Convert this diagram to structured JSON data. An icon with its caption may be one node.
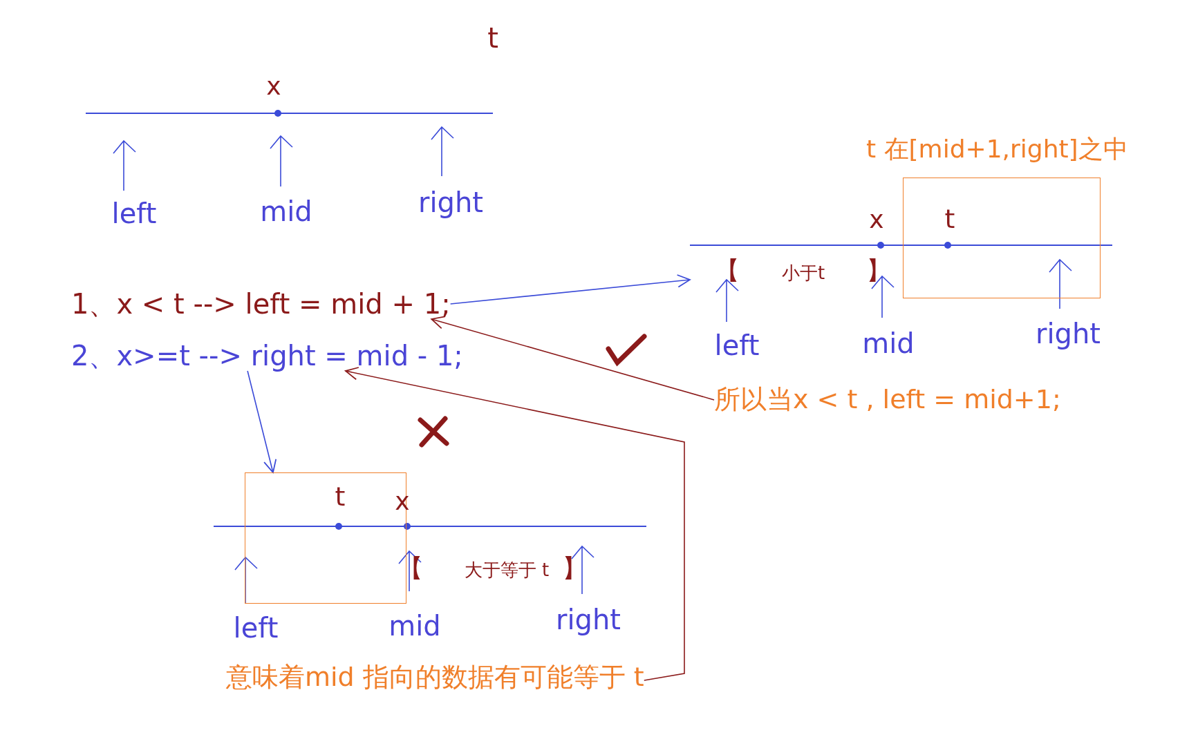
{
  "diagram": {
    "nodes": [
      {
        "text": [
          "1、x < t --> left = mid + 1;"
        ]
      },
      {
        "text": [
          "2、x>=t --> right = mid - 1;"
        ]
      },
      {
        "text": [],
        "shape": "picture"
      },
      {
        "text": [
          "t 在[mid+1,right]之中"
        ]
      },
      {
        "text": [
          "所以当x < t , left = mid+1;"
        ]
      },
      {
        "text": [],
        "shape": "picture"
      },
      {
        "text": [],
        "shape": "box"
      },
      {
        "text": [
          "意味着mid 指向的数据有可能等于 t"
        ]
      }
    ],
    "edges": [
      {
        "from": 0,
        "to": 2,
        "arrow": "to",
        "color": "#3b4bd8"
      },
      {
        "from": 1,
        "to": 6,
        "arrow": "to",
        "color": "#3b4bd8"
      },
      {
        "from": 4,
        "to": 0,
        "arrow": "to",
        "color": "#8b1a1a"
      },
      {
        "from": 7,
        "to": 1,
        "arrow": "to",
        "color": "#8b1a1a"
      }
    ],
    "labels": [
      "t",
      "x",
      "left",
      "mid",
      "right",
      "x",
      "t",
      "【",
      "小于t",
      "】",
      "left",
      "mid",
      "right",
      "t",
      "x",
      "【",
      "大于等于 t",
      "】",
      "left",
      "mid",
      "right"
    ]
  }
}
